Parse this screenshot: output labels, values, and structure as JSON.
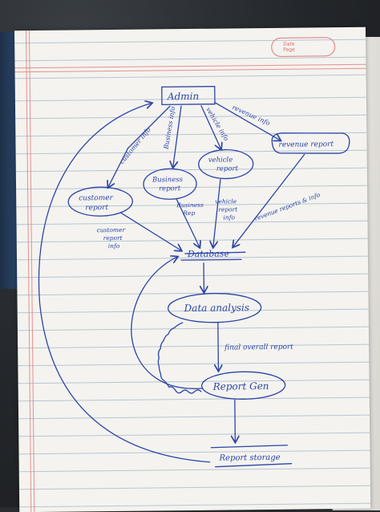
{
  "stamp": {
    "line1": "Date",
    "line2": "Page"
  },
  "nodes": {
    "admin": "Admin",
    "customer_report": [
      "customer",
      "report"
    ],
    "business_report": [
      "Business",
      "report"
    ],
    "vehicle_report": [
      "vehicle",
      "report"
    ],
    "revenue_report": "revenue report",
    "database": "Database",
    "data_analysis": "Data analysis",
    "report_gen": "Report Gen",
    "report_storage": "Report storage"
  },
  "flows": {
    "customer_info": "customer info",
    "business_info": "Business info",
    "vehicle_info": "vehicle info",
    "revenue_info": "revenue info",
    "customer_report_info": [
      "customer",
      "report",
      "info"
    ],
    "business_report_info": [
      "Business",
      "Rep"
    ],
    "vehicle_report_info": [
      "vehicle",
      "report",
      "info"
    ],
    "revenue_report_info": "revenue reports & info",
    "final_overall_report": "final overall report"
  },
  "colors": {
    "ink": "#2b45a8",
    "paper": "#f4f3ef",
    "margin": "#e07a7a",
    "rule": "#8ca0c4"
  }
}
